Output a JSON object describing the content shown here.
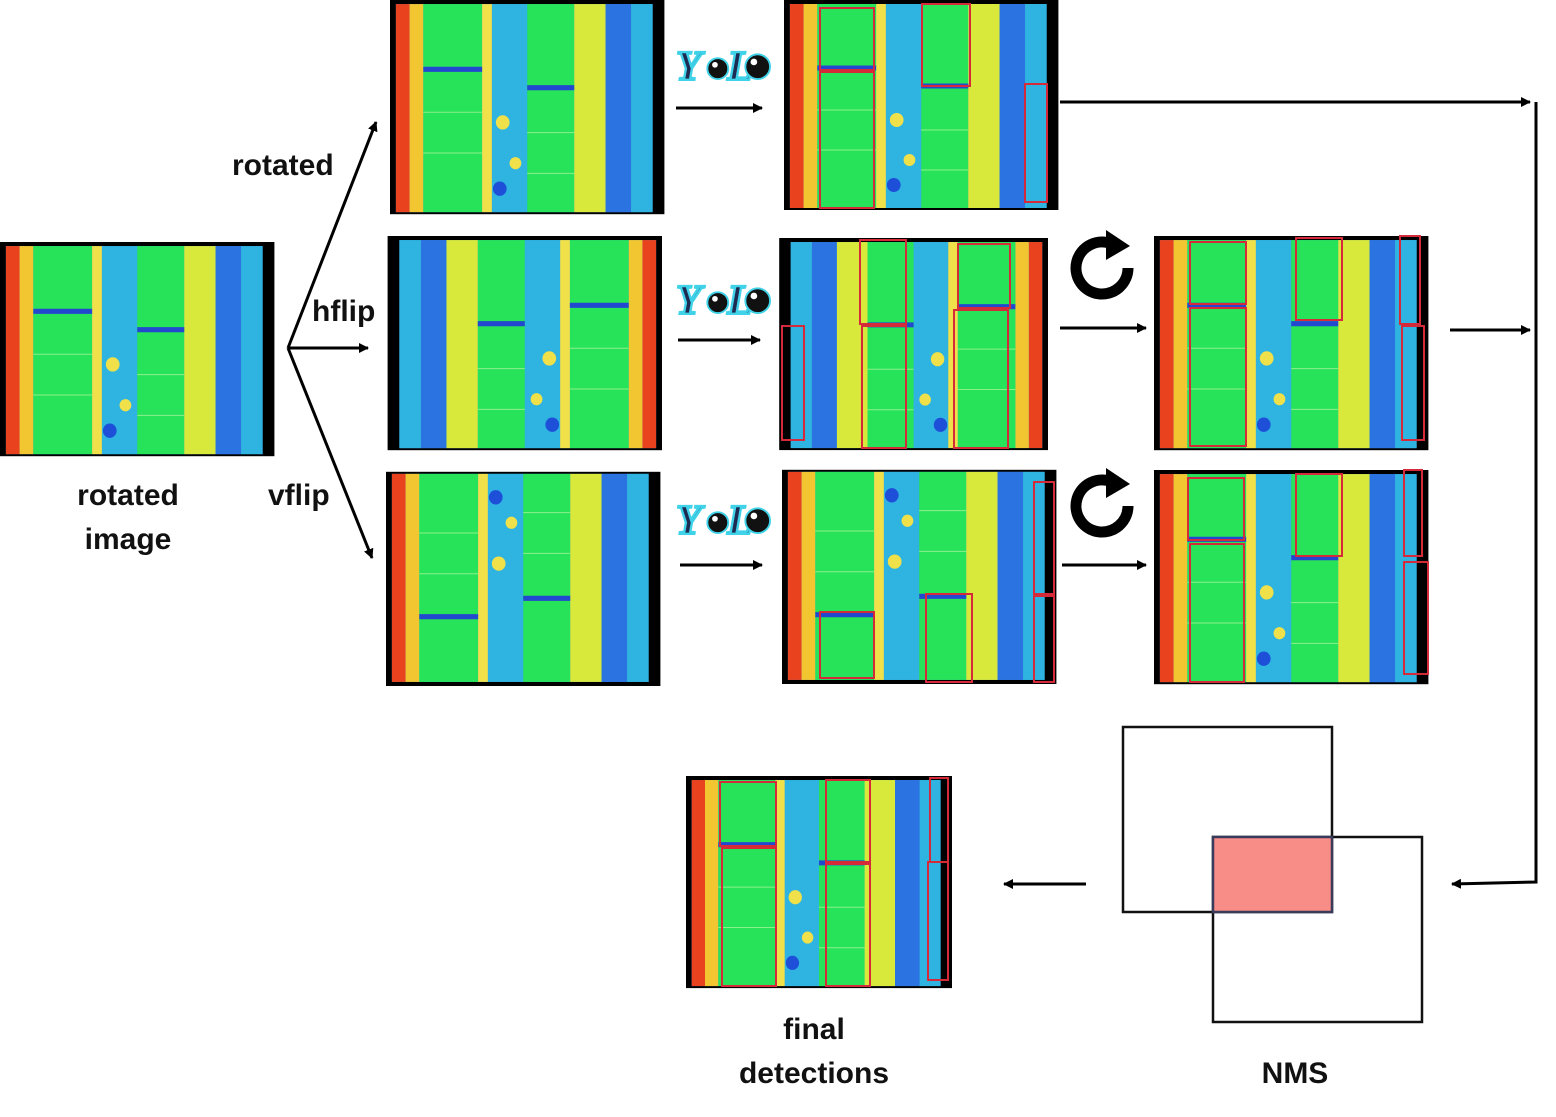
{
  "labels": {
    "input_line1": "rotated",
    "input_line2": "image",
    "branch_rotated": "rotated",
    "branch_hflip": "hflip",
    "branch_vflip": "vflip",
    "final_line1": "final",
    "final_line2": "detections",
    "nms": "NMS",
    "yolo_logo": "YOLO"
  },
  "colors": {
    "detection_box": "#d42a3a",
    "nms_overlap": "#f88c86",
    "arrow": "#000000",
    "thermal_green": "#27e35a",
    "thermal_yellow": "#d8e93c",
    "thermal_blue": "#2f8fe6",
    "thermal_red": "#e8421e",
    "yolo_fill": "#1d2a52",
    "yolo_outline": "#3fd2e8"
  },
  "icons": {
    "yolo": "yolo-logo-icon",
    "rotate": "rotate-clockwise-icon"
  }
}
